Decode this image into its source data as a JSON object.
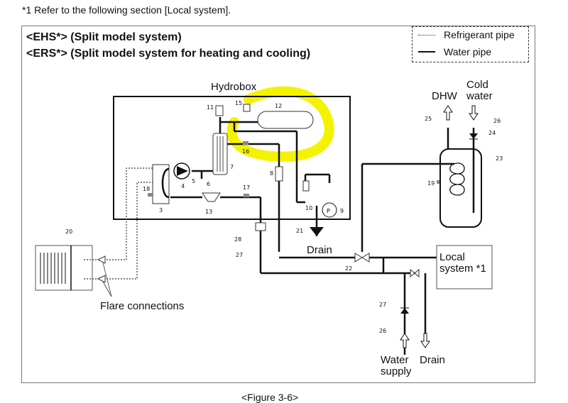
{
  "note": "*1 Refer to the following section [Local system].",
  "titles": {
    "ehs": "<EHS*> (Split model system)",
    "ers": "<ERS*> (Split model system for heating and cooling)"
  },
  "legend": {
    "refrigerant": "Refrigerant pipe",
    "water": "Water pipe"
  },
  "labels": {
    "hydrobox": "Hydrobox",
    "dhw": "DHW",
    "cold": "Cold",
    "water": "water",
    "drain_top": "Drain",
    "local1": "Local",
    "local2": "system *1",
    "flare": "Flare connections",
    "water_supply1": "Water",
    "water_supply2": "supply",
    "drain_bottom": "Drain"
  },
  "numbers": {
    "n3": "3",
    "n4": "4",
    "n5": "5",
    "n6": "6",
    "n7": "7",
    "n8": "8",
    "n9": "9",
    "n10": "10",
    "n11": "11",
    "n12": "12",
    "n13": "13",
    "n15": "15",
    "n16": "16",
    "n17": "17",
    "n18": "18",
    "n19": "19",
    "n20": "20",
    "n21": "21",
    "n22": "22",
    "n23": "23",
    "n24": "24",
    "n25": "25",
    "n26a": "26",
    "n26b": "26",
    "n27a": "27",
    "n27b": "27",
    "n28": "28"
  },
  "pump_symbol": "P",
  "caption": "<Figure 3-6>",
  "highlight_color": "#f5f200"
}
